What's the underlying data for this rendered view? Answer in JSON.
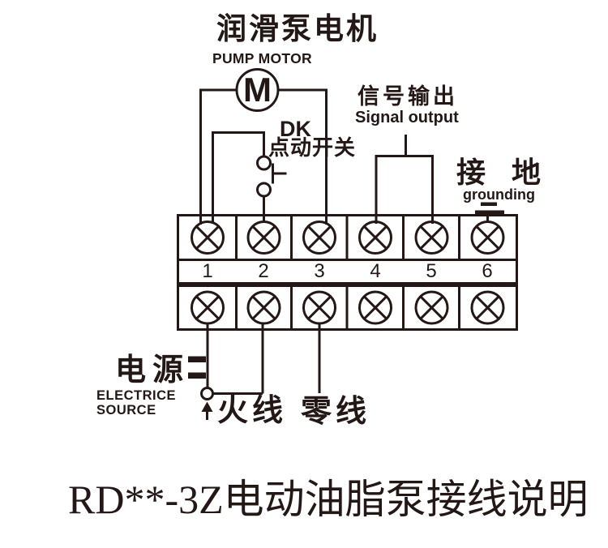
{
  "colors": {
    "ink": "#231815",
    "background": "#ffffff"
  },
  "header": {
    "title_cn": "润滑泵电机",
    "title_en": "PUMP MOTOR"
  },
  "motor": {
    "symbol": "M"
  },
  "jog_switch": {
    "label": "DK",
    "label_cn": "点动开关"
  },
  "signal_output": {
    "label_cn": "信号输出",
    "label_en": "Signal output"
  },
  "grounding": {
    "label_cn": "接 地",
    "label_en": "grounding"
  },
  "terminal_block": {
    "numbers": [
      "1",
      "2",
      "3",
      "4",
      "5",
      "6"
    ]
  },
  "power_source": {
    "label_cn": "电源",
    "label_en_line1": "ELECTRICE",
    "label_en_line2": "SOURCE"
  },
  "wires": {
    "live_label": "火线",
    "neutral_label": "零线"
  },
  "footer": {
    "title": "RD**-3Z电动油脂泵接线说明"
  }
}
